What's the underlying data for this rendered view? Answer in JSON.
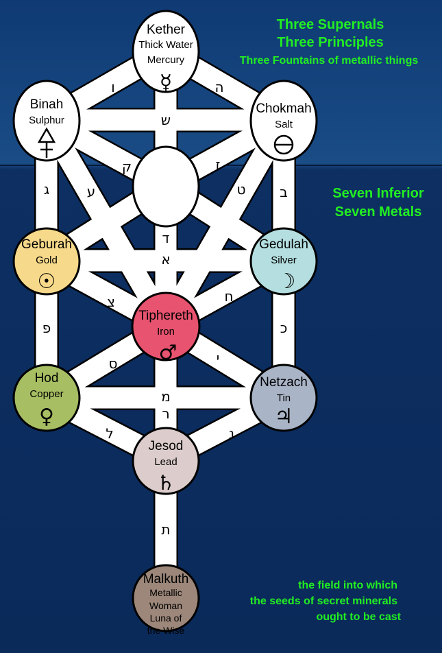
{
  "colors": {
    "sky_top": "#14407a",
    "background": "#0b2b5c",
    "annotation": "#22ee22",
    "white": "#ffffff",
    "geburah": "#f6d98a",
    "gedulah": "#b4dedf",
    "tiphereth": "#e8536f",
    "hod": "#a7be62",
    "netzach": "#a9b4c6",
    "jesod": "#dccccc",
    "malkuth": "#9c877a"
  },
  "sephiroth": {
    "kether": {
      "name": "Kether",
      "lines": [
        "Thick Water",
        "Mercury"
      ],
      "icon": "mercury-icon",
      "symbol": "☿"
    },
    "binah": {
      "name": "Binah",
      "lines": [
        "Sulphur"
      ],
      "icon": "sulphur-icon"
    },
    "chokmah": {
      "name": "Chokmah",
      "lines": [
        "Salt"
      ],
      "icon": "salt-icon"
    },
    "geburah": {
      "name": "Geburah",
      "lines": [
        "Gold"
      ],
      "icon": "sun-gold-icon",
      "symbol": "☉"
    },
    "gedulah": {
      "name": "Gedulah",
      "lines": [
        "Silver"
      ],
      "icon": "moon-silver-icon",
      "symbol": "☽"
    },
    "tiphereth": {
      "name": "Tiphereth",
      "lines": [
        "Iron"
      ],
      "icon": "mars-iron-icon",
      "symbol": "♂"
    },
    "hod": {
      "name": "Hod",
      "lines": [
        "Copper"
      ],
      "icon": "venus-copper-icon",
      "symbol": "♀"
    },
    "netzach": {
      "name": "Netzach",
      "lines": [
        "Tin"
      ],
      "icon": "jupiter-tin-icon",
      "symbol": "♃"
    },
    "jesod": {
      "name": "Jesod",
      "lines": [
        "Lead"
      ],
      "icon": "saturn-lead-icon",
      "symbol": "♄"
    },
    "malkuth": {
      "name": "Malkuth",
      "lines": [
        "Metallic",
        "Woman",
        "Luna of",
        "the Wise"
      ]
    }
  },
  "paths": {
    "kether_binah": "ו",
    "kether_chokmah": "ה",
    "binah_chokmah": "ש",
    "binah_daath": "ק",
    "chokmah_daath": "ז",
    "binah_geburah": "ג",
    "chokmah_gedulah": "ב",
    "binah_tiphereth": "ע",
    "chokmah_tiphereth": "ט",
    "daath_tiphereth": "ד",
    "geburah_gedulah": "א",
    "geburah_tiphereth": "צ",
    "gedulah_tiphereth": "ח",
    "geburah_hod": "פ",
    "gedulah_netzach": "כ",
    "tiphereth_hod": "ס",
    "tiphereth_netzach": "י",
    "hod_netzach": "מ",
    "tiphereth_jesod": "ר",
    "hod_jesod": "ל",
    "netzach_jesod": "נ",
    "jesod_malkuth": "ת"
  },
  "annotations": {
    "supernals": [
      "Three Supernals",
      "Three Principles",
      "Three Fountains of metallic things"
    ],
    "inferior": [
      "Seven Inferior",
      "Seven Metals"
    ],
    "malkuth_note": [
      "the field into which",
      "the seeds of secret minerals",
      "ought to be cast"
    ]
  }
}
